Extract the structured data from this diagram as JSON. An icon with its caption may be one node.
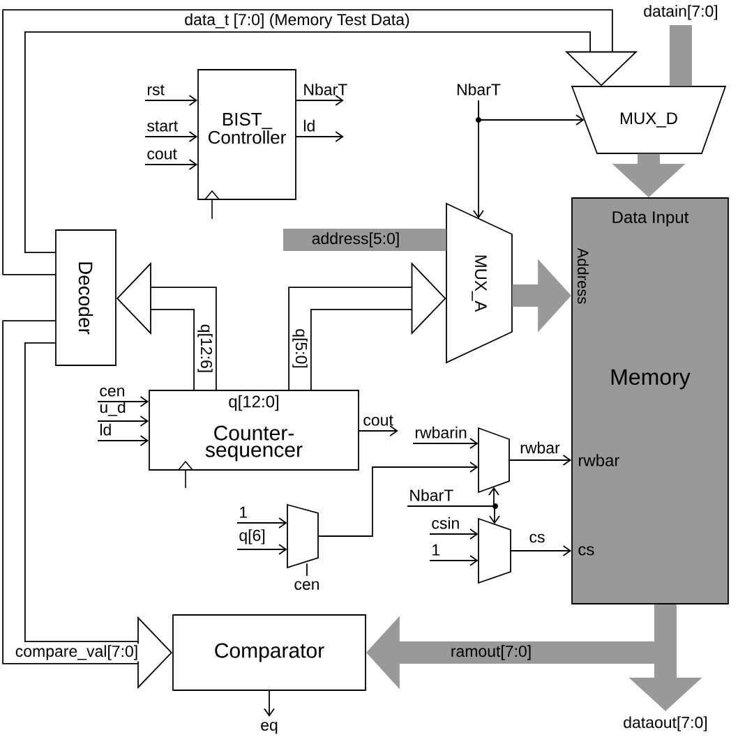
{
  "diagram": {
    "nodes": [
      {
        "text": [
          "BIST_ Controller"
        ]
      },
      {
        "text": [
          "MUX_D"
        ]
      },
      {
        "text": [
          "Data Input",
          "Address",
          "Memory",
          "rwbar",
          "cs"
        ]
      },
      {
        "text": [
          "Decoder"
        ]
      },
      {
        "text": [
          "MUX_A"
        ]
      },
      {
        "text": [
          "q[12:0]",
          "Counter-sequencer"
        ]
      },
      {
        "text": [],
        "shape": "trapezoid"
      },
      {
        "text": [],
        "shape": "trapezoid"
      },
      {
        "text": [],
        "shape": "trapezoid"
      },
      {
        "text": [
          "Comparator"
        ]
      },
      {
        "text": [
          "rst"
        ]
      },
      {
        "text": [
          "start"
        ]
      },
      {
        "text": [
          "cout"
        ]
      },
      {
        "text": [
          "NbarT"
        ]
      },
      {
        "text": [
          "ld"
        ]
      },
      {
        "text": [
          "NbarT"
        ]
      },
      {
        "text": [
          "datain[7:0]"
        ]
      },
      {
        "text": [
          "cen"
        ]
      },
      {
        "text": [
          "u_d"
        ]
      },
      {
        "text": [
          "ld"
        ]
      },
      {
        "text": [
          "cout"
        ]
      },
      {
        "text": [
          "rwbarin"
        ]
      },
      {
        "text": [
          "NbarT"
        ]
      },
      {
        "text": [
          "csin"
        ]
      },
      {
        "text": [
          "1"
        ]
      },
      {
        "text": [
          "1"
        ]
      },
      {
        "text": [
          "q[6]"
        ]
      },
      {
        "text": [
          "cen"
        ]
      },
      {
        "text": [
          "eq"
        ]
      },
      {
        "text": [
          "dataout[7:0]"
        ]
      }
    ],
    "edges": [
      {
        "from": 10,
        "to": 0,
        "arrow": "to"
      },
      {
        "from": 11,
        "to": 0,
        "arrow": "to"
      },
      {
        "from": 12,
        "to": 0,
        "arrow": "to"
      },
      {
        "from": 0,
        "to": 13,
        "arrow": "to"
      },
      {
        "from": 0,
        "to": 14,
        "arrow": "to"
      },
      {
        "from": 15,
        "to": 1,
        "arrow": "to"
      },
      {
        "from": 15,
        "to": 4,
        "arrow": "to"
      },
      {
        "from": 16,
        "to": 1,
        "arrow": "none",
        "style": "thick",
        "color": "#999999"
      },
      {
        "from": null,
        "to": 4,
        "arrow": "none",
        "label": "address[5:0]",
        "style": "thick",
        "color": "#999999"
      },
      {
        "from": 3,
        "to": 1,
        "arrow": "to",
        "label": "data_t [7:0] (Memory Test Data)",
        "style": "thick"
      },
      {
        "from": 1,
        "to": 2,
        "arrow": "to",
        "style": "thick",
        "color": "#999999"
      },
      {
        "from": 4,
        "to": 2,
        "arrow": "to",
        "style": "thick",
        "color": "#999999"
      },
      {
        "from": 5,
        "to": 3,
        "arrow": "to",
        "label": "q[12:6]",
        "style": "thick"
      },
      {
        "from": 5,
        "to": 4,
        "arrow": "to",
        "label": "q[5:0]",
        "style": "thick"
      },
      {
        "from": 17,
        "to": 5,
        "arrow": "to"
      },
      {
        "from": 18,
        "to": 5,
        "arrow": "to"
      },
      {
        "from": 19,
        "to": 5,
        "arrow": "to"
      },
      {
        "from": 5,
        "to": 20,
        "arrow": "to"
      },
      {
        "from": 21,
        "to": 6,
        "arrow": "to"
      },
      {
        "from": 8,
        "to": 6,
        "arrow": "to"
      },
      {
        "from": 6,
        "to": 2,
        "arrow": "to",
        "label": "rwbar"
      },
      {
        "from": 22,
        "to": 6,
        "arrow": "to"
      },
      {
        "from": 22,
        "to": 7,
        "arrow": "to"
      },
      {
        "from": 23,
        "to": 7,
        "arrow": "to"
      },
      {
        "from": 24,
        "to": 7,
        "arrow": "to"
      },
      {
        "from": 7,
        "to": 2,
        "arrow": "to",
        "label": "cs"
      },
      {
        "from": 25,
        "to": 8,
        "arrow": "to"
      },
      {
        "from": 26,
        "to": 8,
        "arrow": "to"
      },
      {
        "from": 27,
        "to": 8,
        "arrow": "none"
      },
      {
        "from": 3,
        "to": 9,
        "arrow": "to",
        "label": "compare_val[7:0]",
        "style": "thick"
      },
      {
        "from": 2,
        "to": 9,
        "arrow": "to",
        "label": "ramout[7:0]",
        "style": "thick",
        "color": "#999999"
      },
      {
        "from": 2,
        "to": 29,
        "arrow": "to",
        "style": "thick",
        "color": "#999999"
      },
      {
        "from": 9,
        "to": 28,
        "arrow": "to"
      }
    ]
  }
}
